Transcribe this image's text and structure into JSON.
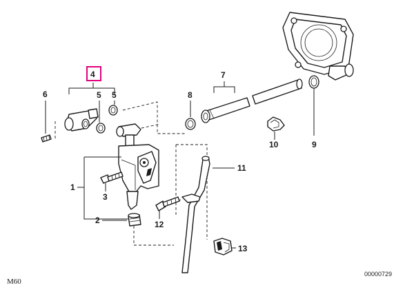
{
  "callouts": {
    "p1": "1",
    "p2": "2",
    "p3": "3",
    "p4": "4",
    "p5a": "5",
    "p5b": "5",
    "p6": "6",
    "p7": "7",
    "p8": "8",
    "p9": "9",
    "p10": "10",
    "p11": "11",
    "p12": "12",
    "p13": "13"
  },
  "footer": {
    "model": "M60",
    "diagram_code": "00000729"
  },
  "colors": {
    "highlight_box": "#e0007a",
    "line": "#1a1a1a"
  }
}
